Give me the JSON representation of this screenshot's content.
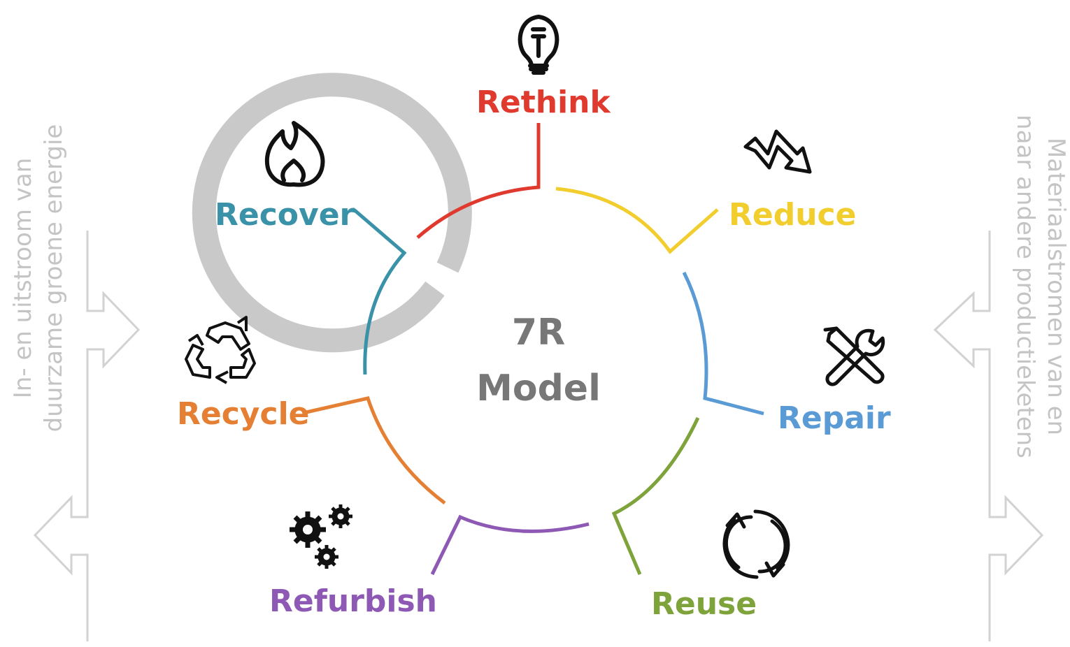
{
  "center": {
    "line1": "7R",
    "line2": "Model"
  },
  "left_side_text": {
    "line1": "In- en uitstroom van",
    "line2": "duurzame groene energie"
  },
  "right_side_text": {
    "line1": "Materiaalstromen van en",
    "line2": "naar andere productieketens"
  },
  "steps": [
    {
      "label": "Rethink",
      "color": "#e03a2f",
      "icon": "lightbulb-icon"
    },
    {
      "label": "Reduce",
      "color": "#f2cd2e",
      "icon": "downtrend-arrow-icon"
    },
    {
      "label": "Repair",
      "color": "#5b9bd5",
      "icon": "tools-icon"
    },
    {
      "label": "Reuse",
      "color": "#7ea33b",
      "icon": "cycle-arrows-icon"
    },
    {
      "label": "Refurbish",
      "color": "#8e58b5",
      "icon": "gears-icon"
    },
    {
      "label": "Recycle",
      "color": "#e57f33",
      "icon": "recycle-icon"
    },
    {
      "label": "Recover",
      "color": "#3a92a8",
      "icon": "flame-icon"
    }
  ],
  "colors": {
    "ring": "#c9c9c9",
    "arrows": "#cfcfcf",
    "center_text": "#777777",
    "side_text": "#c4c4c4"
  }
}
